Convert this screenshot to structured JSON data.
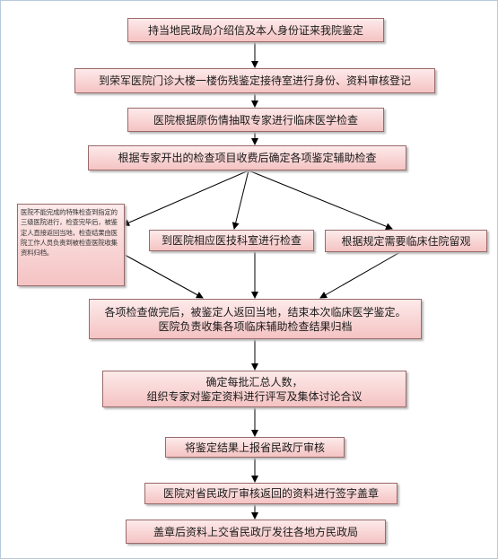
{
  "flowchart": {
    "steps": {
      "s1": "持当地民政局介绍信及本人身份证来我院鉴定",
      "s2": "到荣军医院门诊大楼一楼伤残鉴定接待室进行身份、资料审核登记",
      "s3": "医院根据原伤情抽取专家进行临床医学检查",
      "s4": "根据专家开出的检查项目收费后确定各项鉴定辅助检查",
      "branch_note": "医院不能完成的特殊检查到指定的三级医院进行，检查完毕后，被鉴定人直接返回当地，检查结果由医院工作人员负责到被检查医院收集资料归档。",
      "branch_mid": "到医院相应医技科室进行检查",
      "branch_right": "根据规定需要临床住院留观",
      "s5_line1": "各项检查做完后，被鉴定人返回当地，结束本次临床医学鉴定。",
      "s5_line2": "医院负责收集各项临床辅助检查结果归档",
      "s6_line1": "确定每批汇总人数，",
      "s6_line2": "组织专家对鉴定资料进行评写及集体讨论合议",
      "s7": "将鉴定结果上报省民政厅审核",
      "s8": "医院对省民政厅审核返回的资料进行签字盖章",
      "s9": "盖章后资料上交省民政厅发往各地方民政局"
    },
    "colors": {
      "box_fill_top": "#fdeaea",
      "box_fill_bottom": "#f5c3c3",
      "box_border": "#9a6a6a",
      "arrow": "#000000"
    }
  }
}
